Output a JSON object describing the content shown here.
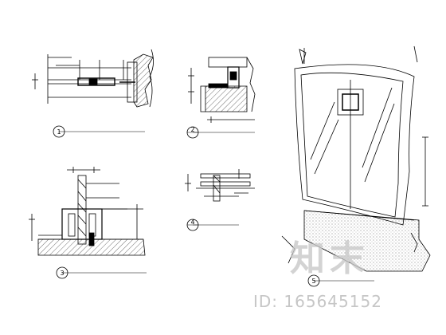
{
  "drawing": {
    "details": [
      {
        "number": "1",
        "label": "",
        "scale": ""
      },
      {
        "number": "2",
        "label": "",
        "scale": ""
      },
      {
        "number": "3",
        "label": "",
        "scale": ""
      },
      {
        "number": "4",
        "label": "",
        "scale": ""
      },
      {
        "number": "5",
        "label": "",
        "scale": ""
      }
    ],
    "colors": {
      "line": "#000000",
      "hatch": "#333333",
      "background": "#ffffff",
      "watermark": "#c8c8c8"
    }
  },
  "watermark": {
    "logo_text": "知末",
    "id_text": "ID: 165645152"
  }
}
